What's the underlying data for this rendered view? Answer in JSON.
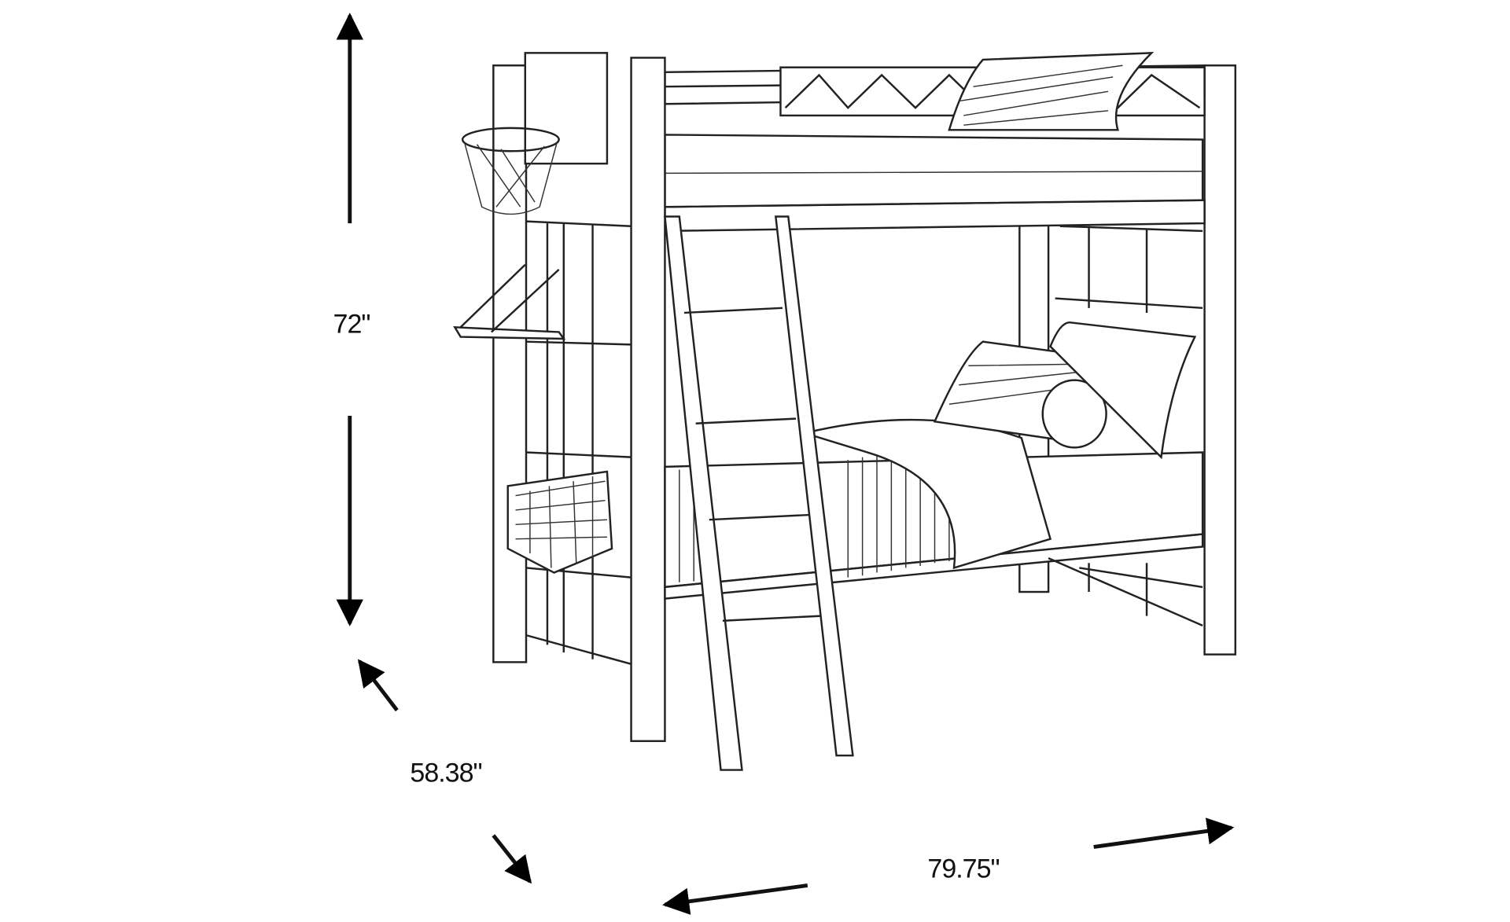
{
  "figure": {
    "subject": "bunk-bed",
    "dimensions": {
      "height": "72\"",
      "depth": "58.38\"",
      "width": "79.75\""
    }
  },
  "colors": {
    "line": "#222222",
    "background": "#ffffff"
  }
}
